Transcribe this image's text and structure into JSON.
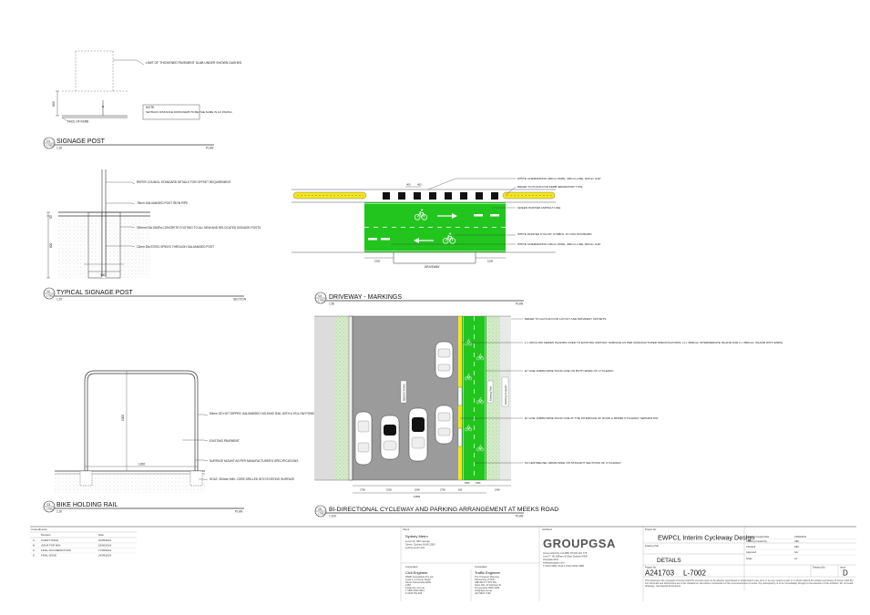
{
  "details": {
    "signage_post": {
      "number": "01",
      "sheet": "L7002",
      "title": "SIGNAGE POST",
      "scale": "1:20",
      "view": "PLAN",
      "dim": "600",
      "notes": [
        "LIMIT OF THICKENED PAVEMENT SLAB UNDER SHOWN DASHED",
        "SETBACK DISTANCE FROM KERB TO BE THE SAME IN AC PAVING",
        "FACE OF KERB"
      ],
      "note_heading": "NOTE"
    },
    "typical_signage_post": {
      "number": "02",
      "sheet": "L7002",
      "title": "TYPICAL SIGNAGE POST",
      "scale": "1:20",
      "view": "SECTION",
      "dims": [
        "50",
        "600",
        "300"
      ],
      "notes": [
        "REFER COUNCIL STANDARD DETAILS FOR OFFSET REQUIREMENT",
        "75mm GALVANISED POST IRON PIPE",
        "300mm DIA 15MPa CONCRETE FOOTING TO ALL NEW AND RELOCATED SIGNAGE POSTS",
        "12mm Dia STEEL SPIKES THROUGH GALVANISED POST"
      ]
    },
    "bike_holding_rail": {
      "number": "03",
      "sheet": "L7002",
      "title": "BIKE HOLDING RAIL",
      "scale": "1:20",
      "view": "PLAN",
      "dims": [
        "1000",
        "1260"
      ],
      "notes": [
        "50mm OD HOT DIPPED GALVANISED HOLDING RAIL WITH A YELLOW POWDER COATED FINISH AND CLASS 2 SEPARATE FINISHED SHADE. REFER TO MATERIALS SCHEDULE",
        "EXISTING PAVEMENT",
        "SURFACE MOUNT AS PER MANUFACTURER'S SPECIFICATIONS",
        "HOLE: 300mm MIN. CORE DRILLED INTO EXISTING SURFACE"
      ]
    },
    "driveway_markings": {
      "number": "04",
      "sheet": "L7002",
      "title": "DRIVEWAY - MARKINGS",
      "scale": "1:50",
      "view": "PLAN",
      "dims": [
        "400",
        "400",
        "1500",
        "1500"
      ],
      "driveway_label": "DRIVEWAY",
      "notes": [
        "WHITE LINEMARKING 400mm WIDE, 400mm LINE, 400mm GAP",
        "REFER TO PLANS FOR KERB SEPARATOR TYPE",
        "GREEN PAINTED ASPHALT LINE",
        "WHITE PAINTED CYCLIST SYMBOL TO CDS STANDARD",
        "WHITE LINEMARKING 100mm WIDE, 400mm LINE, 400mm GAP"
      ]
    },
    "meeks_road": {
      "number": "05",
      "sheet": "L7002",
      "title": "BI-DIRECTIONAL CYCLEWAY AND PARKING ARRANGEMENT AT MEEKS ROAD",
      "scale": "1:100",
      "view": "PLAN",
      "labels": [
        "MEEKS ROAD",
        "Existing Path",
        "Existing Footpath"
      ],
      "dims": [
        "2700",
        "2200",
        "2000",
        "2700",
        "600",
        "1500",
        "1500",
        "2400",
        "10960"
      ],
      "notes": [
        "REFER TO GA PLAN FOR LAYOUT AND DRIVEWAY OFFSETS",
        "2 x ORCA 250 SERIES ISLANDS FIXED TO EXISTING ASPHALT SURFACE AS PER MANUFACTURER SPECIFICATIONS. (1 x 3500mm INTERMEDIATE ISLAND AND 2 x 3500mm ISLAND WITH ENDS)",
        "E7 LINE 100MM WIDE SOLID LINE ON BOTH SIDES OF CYCLEWAY",
        "E7 LINE 100MM WIDE SOLID LINE AT THE INTERFACE OF ROAD & 600MM CYCLEWAY SEPARATION",
        "S3 CENTRELINE 100MM WIDE ON STRAIGHT SECTIONS OF CYCLEWAY"
      ]
    }
  },
  "title_block": {
    "amendments_heading": "Amendments",
    "amendments_cols": [
      "Revision",
      "Date"
    ],
    "amendments": [
      {
        "rev": "A",
        "desc": "CLIENT ISSUE",
        "date": "02/05/2024"
      },
      {
        "rev": "B",
        "desc": "ISSUE FOR 85%",
        "date": "18/06/2024"
      },
      {
        "rev": "C",
        "desc": "FINAL DOCUMENTATION",
        "date": "17/09/2024"
      },
      {
        "rev": "D",
        "desc": "FINAL ISSUE",
        "date": "24/09/2024"
      }
    ],
    "client_label": "Client",
    "client_name": "Sydney Metro",
    "client_addr": [
      "Level 43, 680 George",
      "Street, Sydney NSW 2000",
      "sydneymetro.info"
    ],
    "consultant_label": "Consultant",
    "civil": {
      "role": "Civil Engineer",
      "lines": [
        "NSRP Consultants Pty Ltd",
        "Level 1, 14 Greer Street",
        "Street, Parramatta NSW",
        "2150",
        "info@nsrp.com.au",
        "T 1800 2000 4511",
        "F 0418 781 466"
      ]
    },
    "traffic": {
      "role": "Traffic Engineer",
      "lines": [
        "The Transport Planning",
        "Partnership (TTPP)",
        "ABN 80 077 570 391",
        "Suite 402, 22 Atchison St",
        "St Leonards NSW 2065",
        "info@ttpp.net.au",
        "(02) 9922 7199"
      ]
    },
    "architect_label": "Architect",
    "logo": "GROUPGSA",
    "architect_lines": [
      "Group GSA Pty Ltd  ABN 78 002 115 775",
      "Level 7, 80 William St East Sydney NSW",
      "Australia 2011",
      "www.groupgsa.com",
      "T (612) 9361 4144      F (612) 9332 3458"
    ],
    "project_label": "Project No.",
    "project_title": "EWPCL Interim Cycleway Design",
    "drawing_title_label": "Drawing Title",
    "drawing_title": "DETAILS",
    "meta_rows": [
      {
        "k": "Drawing Created date",
        "v": "24/09/2024"
      },
      {
        "k": "Drawing Created by",
        "v": "ABC"
      },
      {
        "k": "Checked",
        "v": "DEF"
      },
      {
        "k": "Approved",
        "v": "GH"
      },
      {
        "k": "Scale",
        "v": "A1"
      }
    ],
    "project_no_label": "Project No.",
    "drawing_no_label": "Drawing No.",
    "issue_label": "Issue",
    "project_no": "A241703",
    "drawing_no": "L-7002",
    "issue": "D",
    "copyright": "This drawing is the copyright of Group GSA Pty Ltd and must not be altered, reproduced or transmitted in any form or by any means in part or in whole without the written permission of Group GSA Pty Ltd. All levels and dimensions are to be checked on site before construction of the commencement of works. Any discrepancy is to be immediately brought to the attention of the architect. Do not scale drawings. Use figured dimensions."
  },
  "colors": {
    "green": "#22c51e",
    "yellow": "#f5e61a",
    "asphalt": "#9b9b9b",
    "verge": "#cfe8c0"
  }
}
